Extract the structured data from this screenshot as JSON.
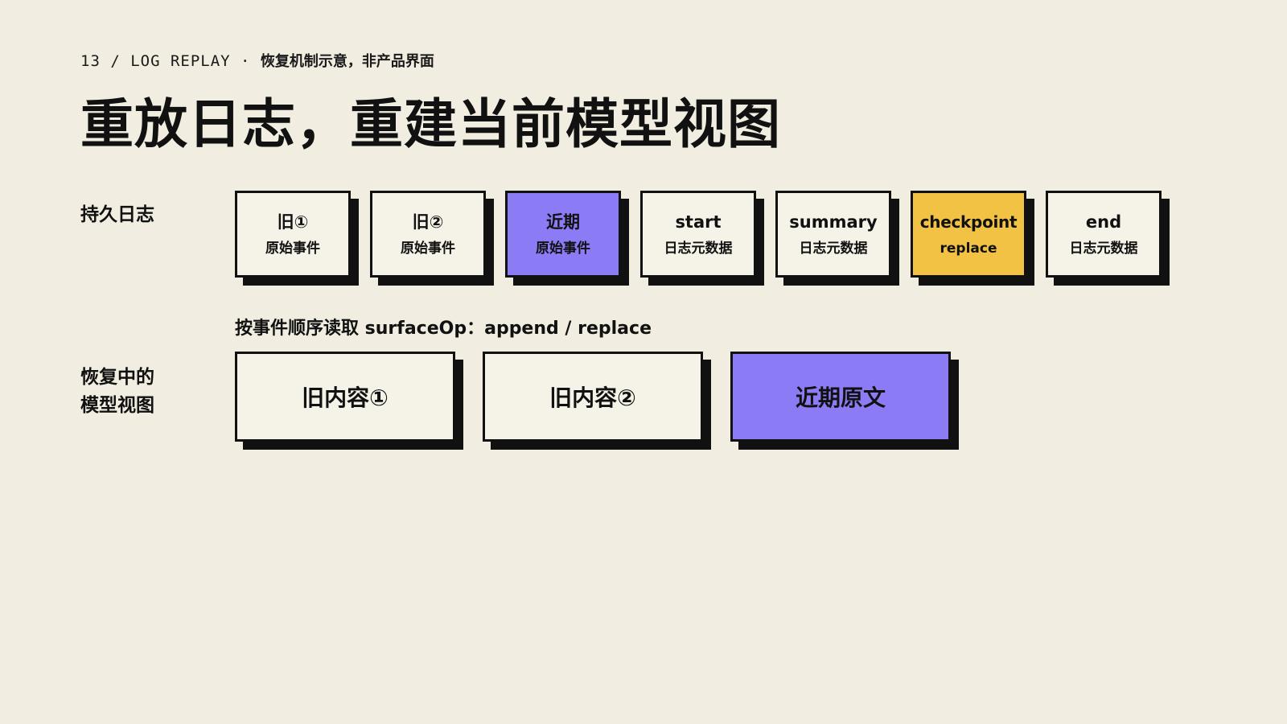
{
  "header": {
    "eyebrow": "13 / LOG REPLAY · ",
    "eyebrow_note": "恢复机制示意，非产品界面",
    "title": "重放日志，重建当前模型视图"
  },
  "log_section": {
    "label": "持久日志",
    "boxes": [
      {
        "main": "旧①",
        "sub": "原始事件",
        "color": "#F5F2E8"
      },
      {
        "main": "旧②",
        "sub": "原始事件",
        "color": "#F5F2E8"
      },
      {
        "main": "近期",
        "sub": "原始事件",
        "color": "#8B7CF6"
      },
      {
        "main": "start",
        "sub": "日志元数据",
        "color": "#F5F2E8"
      },
      {
        "main": "summary",
        "sub": "日志元数据",
        "color": "#F5F2E8"
      },
      {
        "main": "checkpoint",
        "sub": "replace",
        "color": "#F2C244"
      },
      {
        "main": "end",
        "sub": "日志元数据",
        "color": "#F5F2E8"
      }
    ]
  },
  "caption": "按事件顺序读取 surfaceOp：append / replace",
  "view_section": {
    "label_line1": "恢复中的",
    "label_line2": "模型视图",
    "boxes": [
      {
        "label": "旧内容①",
        "color": "#F5F2E8"
      },
      {
        "label": "旧内容②",
        "color": "#F5F2E8"
      },
      {
        "label": "近期原文",
        "color": "#8B7CF6"
      }
    ]
  },
  "colors": {
    "background": "#F1EDE0",
    "ink": "#111111",
    "accent_purple": "#8B7CF6",
    "accent_yellow": "#F2C244"
  }
}
